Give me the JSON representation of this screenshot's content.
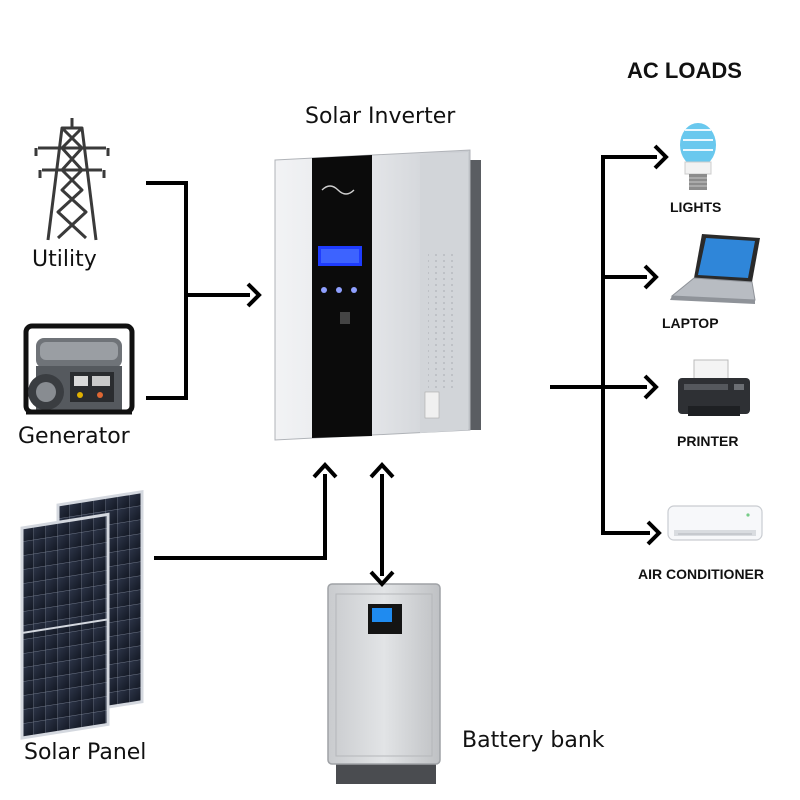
{
  "labels": {
    "inverter": "Solar Inverter",
    "utility": "Utility",
    "generator": "Generator",
    "solar_panel": "Solar Panel",
    "battery": "Battery bank",
    "ac_loads": "AC LOADS"
  },
  "loads": [
    "LIGHTS",
    "LAPTOP",
    "PRINTER",
    "AIR CONDITIONER"
  ],
  "colors": {
    "arrow": "#000000",
    "inverter_body": "#e3e5e8",
    "inverter_panel": "#0b0b0b",
    "inverter_screen": "#1e3cff",
    "solar_cell": "#1c2433",
    "battery_body": "#d7d9dc",
    "light_bulb": "#69c8ee",
    "laptop_screen": "#2f86d9"
  }
}
